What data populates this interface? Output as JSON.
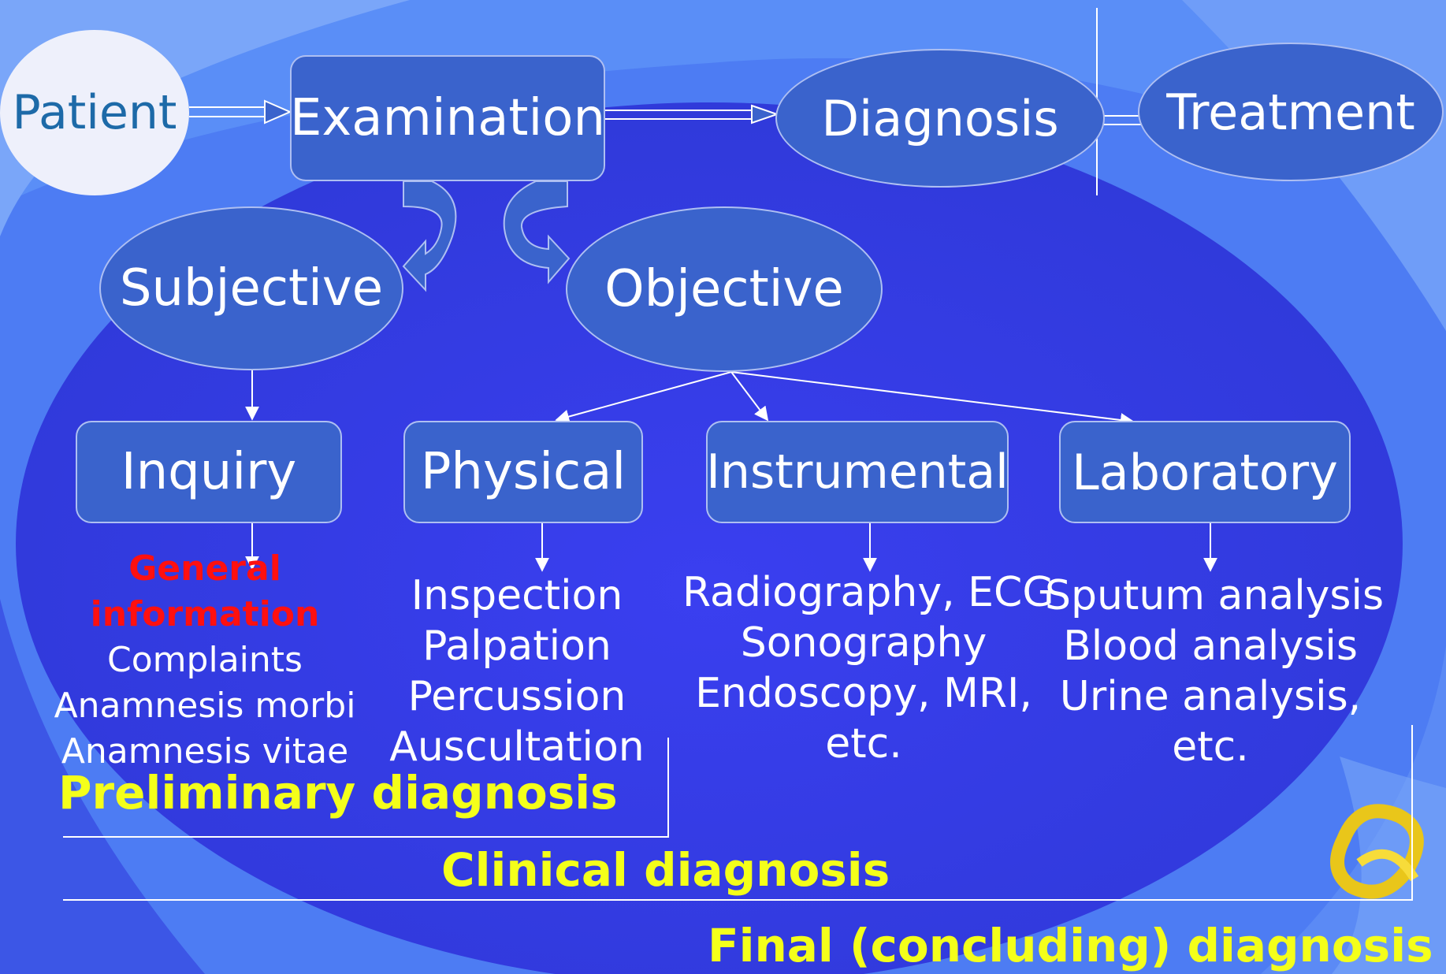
{
  "nodes": {
    "patient": "Patient",
    "examination": "Examination",
    "diagnosis": "Diagnosis",
    "treatment": "Treatment",
    "subjective": "Subjective",
    "objective": "Objective",
    "inquiry": "Inquiry",
    "physical": "Physical",
    "instrumental": "Instrumental",
    "laboratory": "Laboratory"
  },
  "inquiry_items": {
    "general": "General",
    "information": "information",
    "complaints": "Complaints",
    "anamnesis_morbi": "Anamnesis morbi",
    "anamnesis_vitae": "Anamnesis vitae"
  },
  "physical_items": [
    "Inspection",
    "Palpation",
    "Percussion",
    "Auscultation"
  ],
  "instrumental_items": [
    "Radiography, ECG",
    "Sonography",
    "Endoscopy, MRI,",
    "etc."
  ],
  "laboratory_items": [
    "Sputum analysis",
    "Blood analysis",
    "Urine analysis,",
    "etc."
  ],
  "levels": {
    "preliminary": "Preliminary  diagnosis",
    "clinical": "Clinical  diagnosis",
    "final": "Final  (concluding)  diagnosis"
  },
  "colors": {
    "background": "#3b49f2",
    "node_fill": "#3a63cc",
    "node_border": "#aebff2",
    "highlight_text": "#f4ff1a",
    "alert_text": "#ff1010"
  }
}
